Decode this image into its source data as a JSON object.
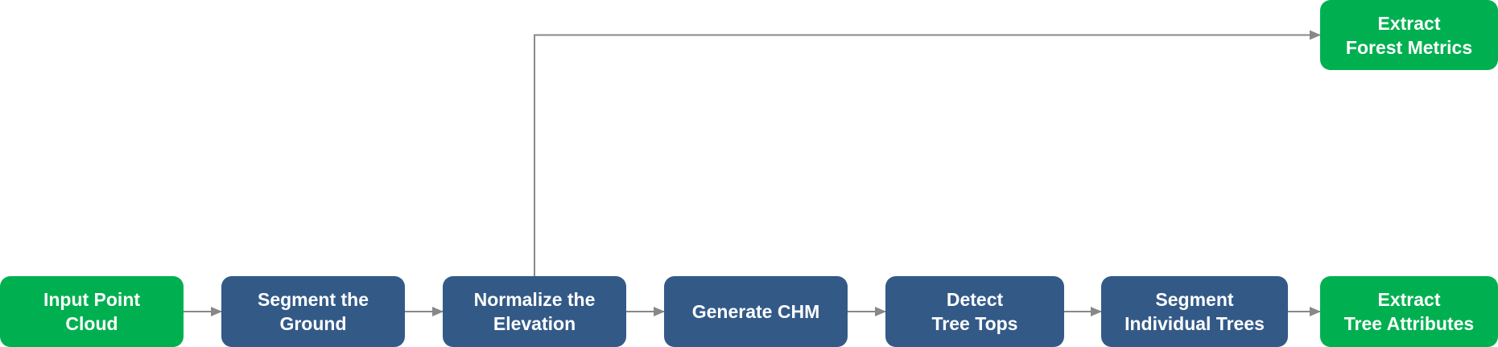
{
  "diagram": {
    "colors": {
      "start_end_node": "#00b050",
      "process_node": "#335a87",
      "connector": "#888888",
      "text": "#ffffff"
    },
    "nodes": {
      "input_point_cloud": "Input Point\nCloud",
      "segment_ground": "Segment the\nGround",
      "normalize_elevation": "Normalize the\nElevation",
      "generate_chm": "Generate CHM",
      "detect_tree_tops": "Detect\nTree Tops",
      "segment_individual_trees": "Segment\nIndividual Trees",
      "extract_tree_attributes": "Extract\nTree Attributes",
      "extract_forest_metrics": "Extract\nForest Metrics"
    },
    "edges": [
      {
        "from": "input_point_cloud",
        "to": "segment_ground"
      },
      {
        "from": "segment_ground",
        "to": "normalize_elevation"
      },
      {
        "from": "normalize_elevation",
        "to": "generate_chm"
      },
      {
        "from": "generate_chm",
        "to": "detect_tree_tops"
      },
      {
        "from": "detect_tree_tops",
        "to": "segment_individual_trees"
      },
      {
        "from": "segment_individual_trees",
        "to": "extract_tree_attributes"
      },
      {
        "from": "normalize_elevation",
        "to": "extract_forest_metrics"
      }
    ]
  }
}
